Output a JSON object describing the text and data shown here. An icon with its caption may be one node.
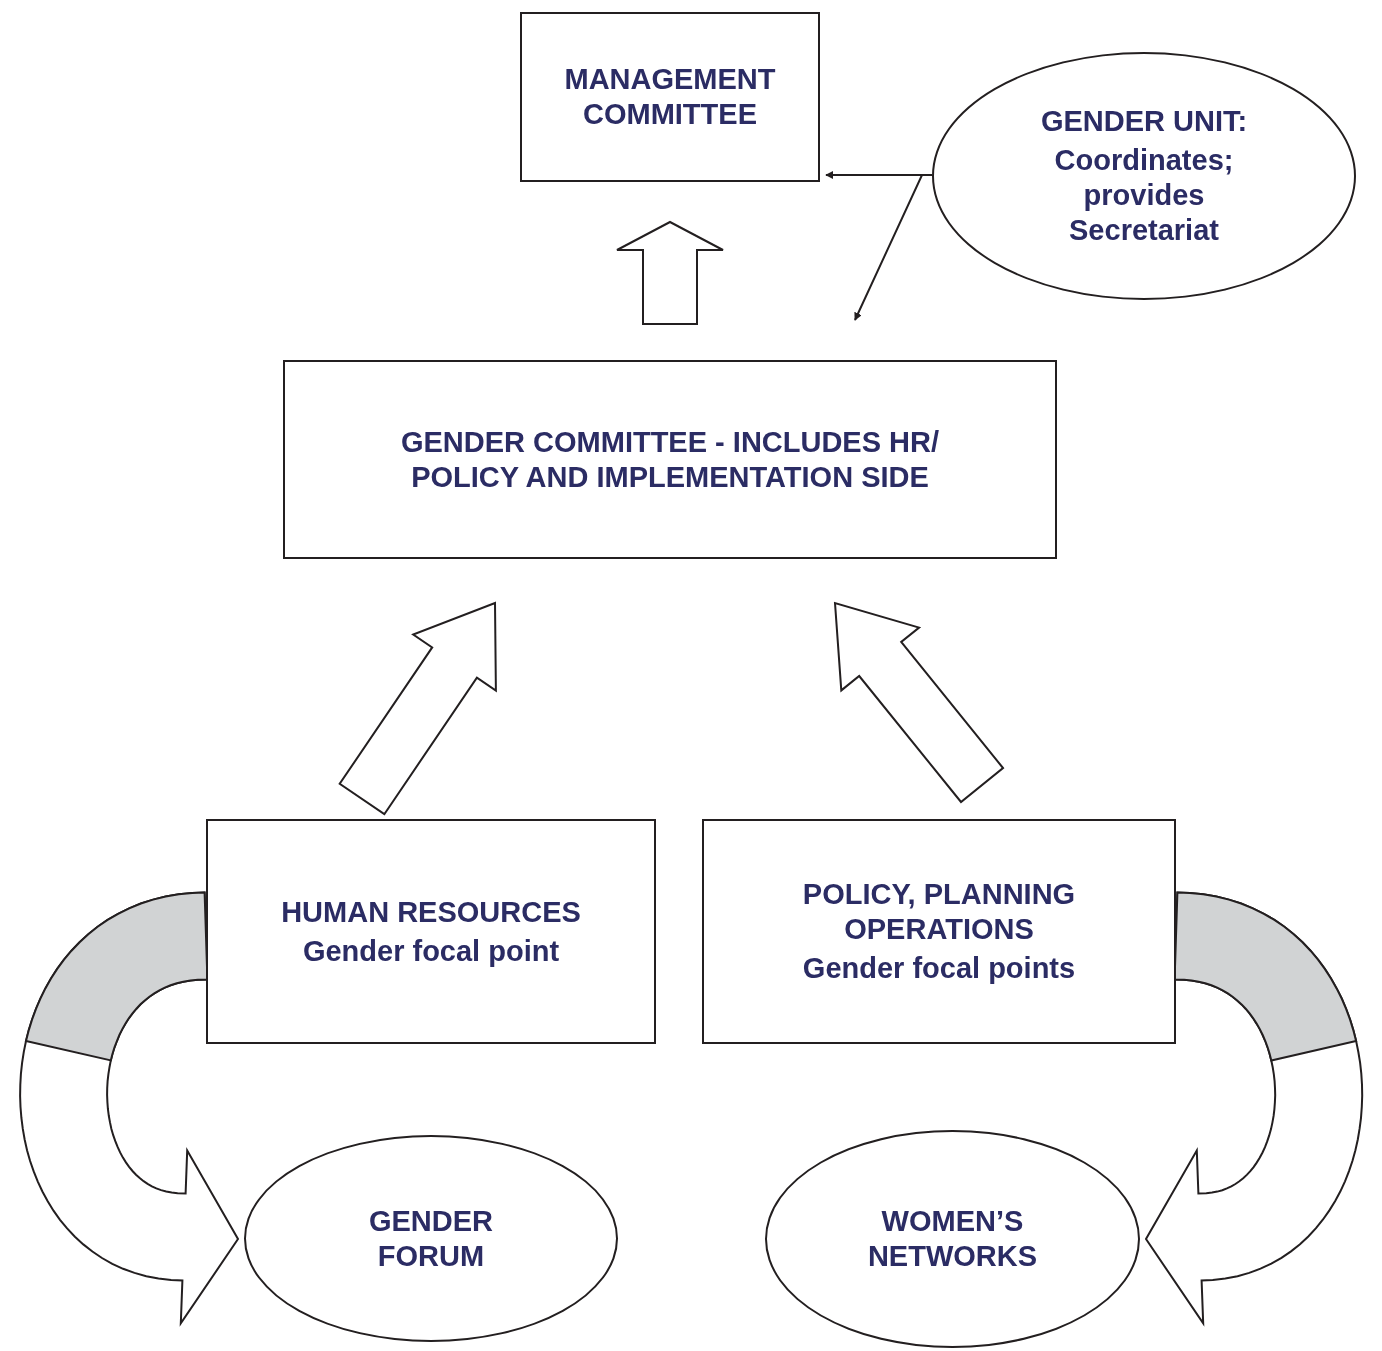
{
  "diagram": {
    "nodes": [
      {
        "text": [
          "MANAGEMENT COMMITTEE"
        ]
      },
      {
        "text": [
          "GENDER UNIT:",
          "Coordinates; provides Secretariat"
        ]
      },
      {
        "text": [
          "GENDER COMMITTEE - INCLUDES HR/ POLICY AND IMPLEMENTATION SIDE"
        ]
      },
      {
        "text": [
          "HUMAN RESOURCES",
          "Gender focal point"
        ]
      },
      {
        "text": [
          "POLICY, PLANNING OPERATIONS",
          "Gender focal points"
        ]
      },
      {
        "text": [
          "GENDER FORUM"
        ]
      },
      {
        "text": [
          "WOMEN’S NETWORKS"
        ]
      }
    ],
    "edges": [
      {
        "from": 2,
        "to": 0,
        "arrow": "to"
      },
      {
        "from": 1,
        "to": 0,
        "arrow": "to"
      },
      {
        "from": 1,
        "to": 2,
        "arrow": "to"
      },
      {
        "from": 3,
        "to": 2,
        "arrow": "to"
      },
      {
        "from": 4,
        "to": 2,
        "arrow": "to"
      },
      {
        "from": 3,
        "to": 5,
        "arrow": "to"
      },
      {
        "from": 4,
        "to": 6,
        "arrow": "to"
      }
    ]
  }
}
